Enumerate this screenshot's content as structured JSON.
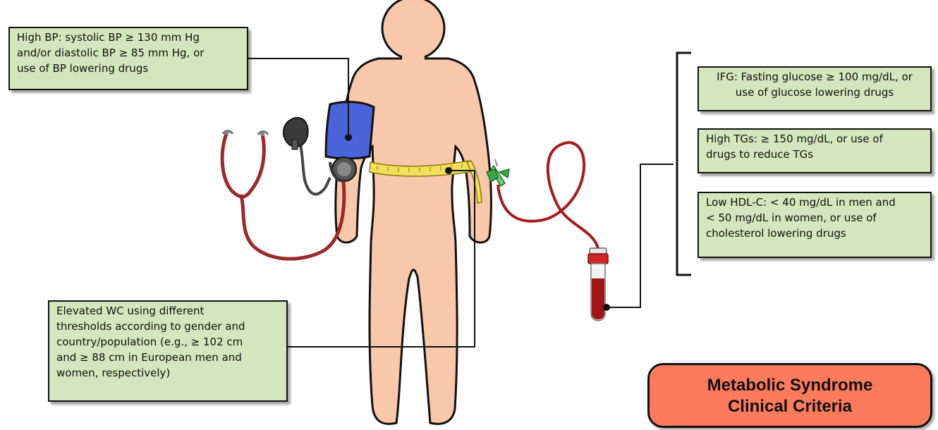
{
  "criteria": {
    "bp": {
      "lines": [
        "High BP: systolic BP ≥ 130 mm Hg",
        "and/or diastolic BP ≥ 85 mm Hg, or",
        "use of BP lowering drugs"
      ]
    },
    "wc": {
      "lines": [
        "Elevated WC using different",
        "thresholds according to gender and",
        "country/population (e.g., ≥ 102 cm",
        "and ≥ 88 cm in European men and",
        "women, respectively)"
      ]
    },
    "ifg": {
      "lines": [
        "IFG: Fasting glucose ≥ 100 mg/dL, or",
        "use of glucose lowering drugs"
      ]
    },
    "tg": {
      "lines": [
        "High TGs: ≥ 150 mg/dL, or use of",
        "drugs to reduce TGs"
      ]
    },
    "hdl": {
      "lines": [
        "Low HDL-C: < 40 mg/dL in men and",
        "< 50 mg/dL in women, or use of",
        "cholesterol lowering drugs"
      ]
    }
  },
  "title": {
    "lines": [
      "Metabolic Syndrome",
      "Clinical Criteria"
    ]
  },
  "colors": {
    "criteria_box": "#d3e6bd",
    "title_box": "#fd7b5d",
    "skin": "#f9c8aa",
    "bp_cuff": "#4a63d8",
    "tape": "#f2e05a",
    "blood": "#b01e1e",
    "needle": "#3aa845"
  },
  "icons": [
    "human-figure",
    "stethoscope-icon",
    "blood-pressure-cuff-icon",
    "measuring-tape-icon",
    "blood-collection-needle-icon",
    "blood-tube-icon"
  ]
}
